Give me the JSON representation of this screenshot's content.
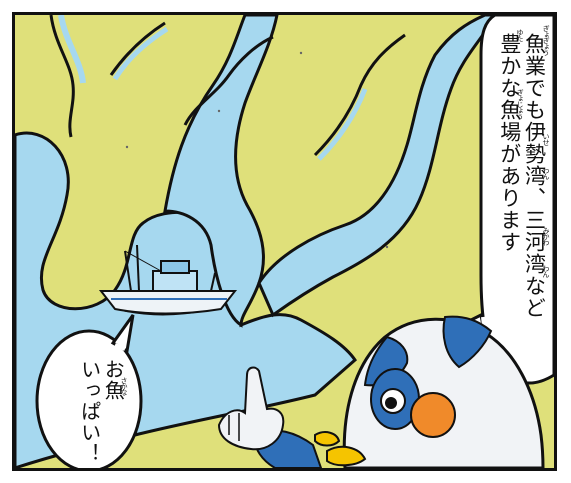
{
  "colors": {
    "land": "#dfe07a",
    "sea": "#a6d8ef",
    "outline": "#111111",
    "robot_blue": "#2f6fb8",
    "robot_orange": "#f08a2a",
    "robot_body": "#f1f3f6"
  },
  "narration": {
    "line1": "魚業でも伊勢湾、三河湾など",
    "line2": "豊かな魚場があります",
    "ruby": {
      "gyogyou": "ぎょぎょう",
      "ise": "いせ",
      "wan1": "わん",
      "mikawa": "みかわ",
      "wan2": "わん",
      "yuta": "ゆた",
      "gyojou": "ぎょじょう"
    }
  },
  "speech": {
    "line1": "お魚",
    "line2": "いっぱい！",
    "ruby_sakana": "さかな"
  },
  "icons": {
    "boat": "fishing-boat-icon",
    "robot": "robot-mascot-icon"
  }
}
